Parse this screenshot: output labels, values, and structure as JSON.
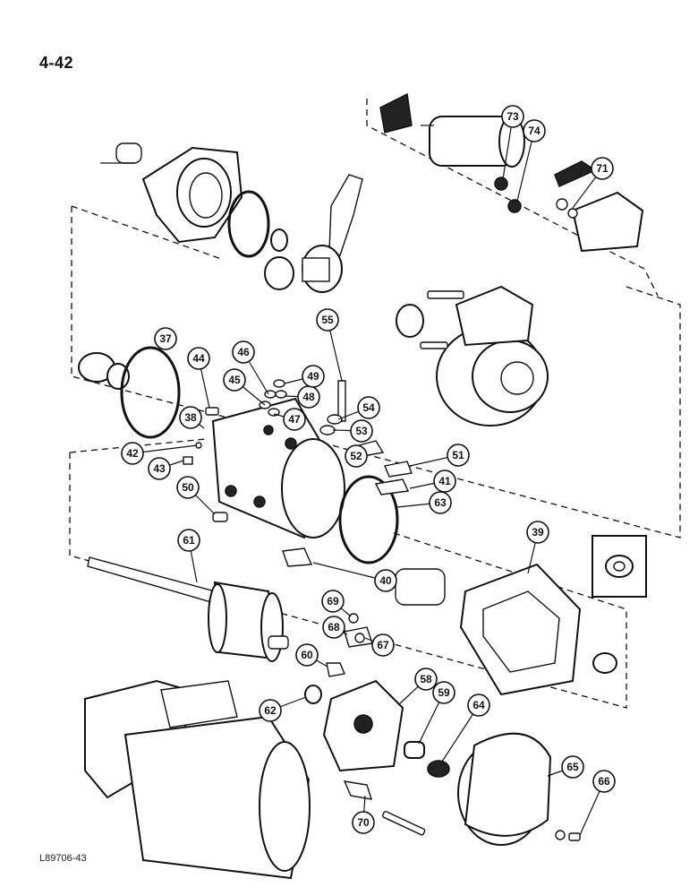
{
  "page_number": "4-42",
  "figure_code": "L89706-43",
  "callouts": [
    "37",
    "38",
    "39",
    "40",
    "41",
    "42",
    "43",
    "44",
    "45",
    "46",
    "47",
    "48",
    "49",
    "50",
    "51",
    "52",
    "53",
    "54",
    "55",
    "58",
    "59",
    "60",
    "61",
    "62",
    "63",
    "64",
    "65",
    "66",
    "67",
    "68",
    "69",
    "70",
    "71",
    "73",
    "74"
  ]
}
